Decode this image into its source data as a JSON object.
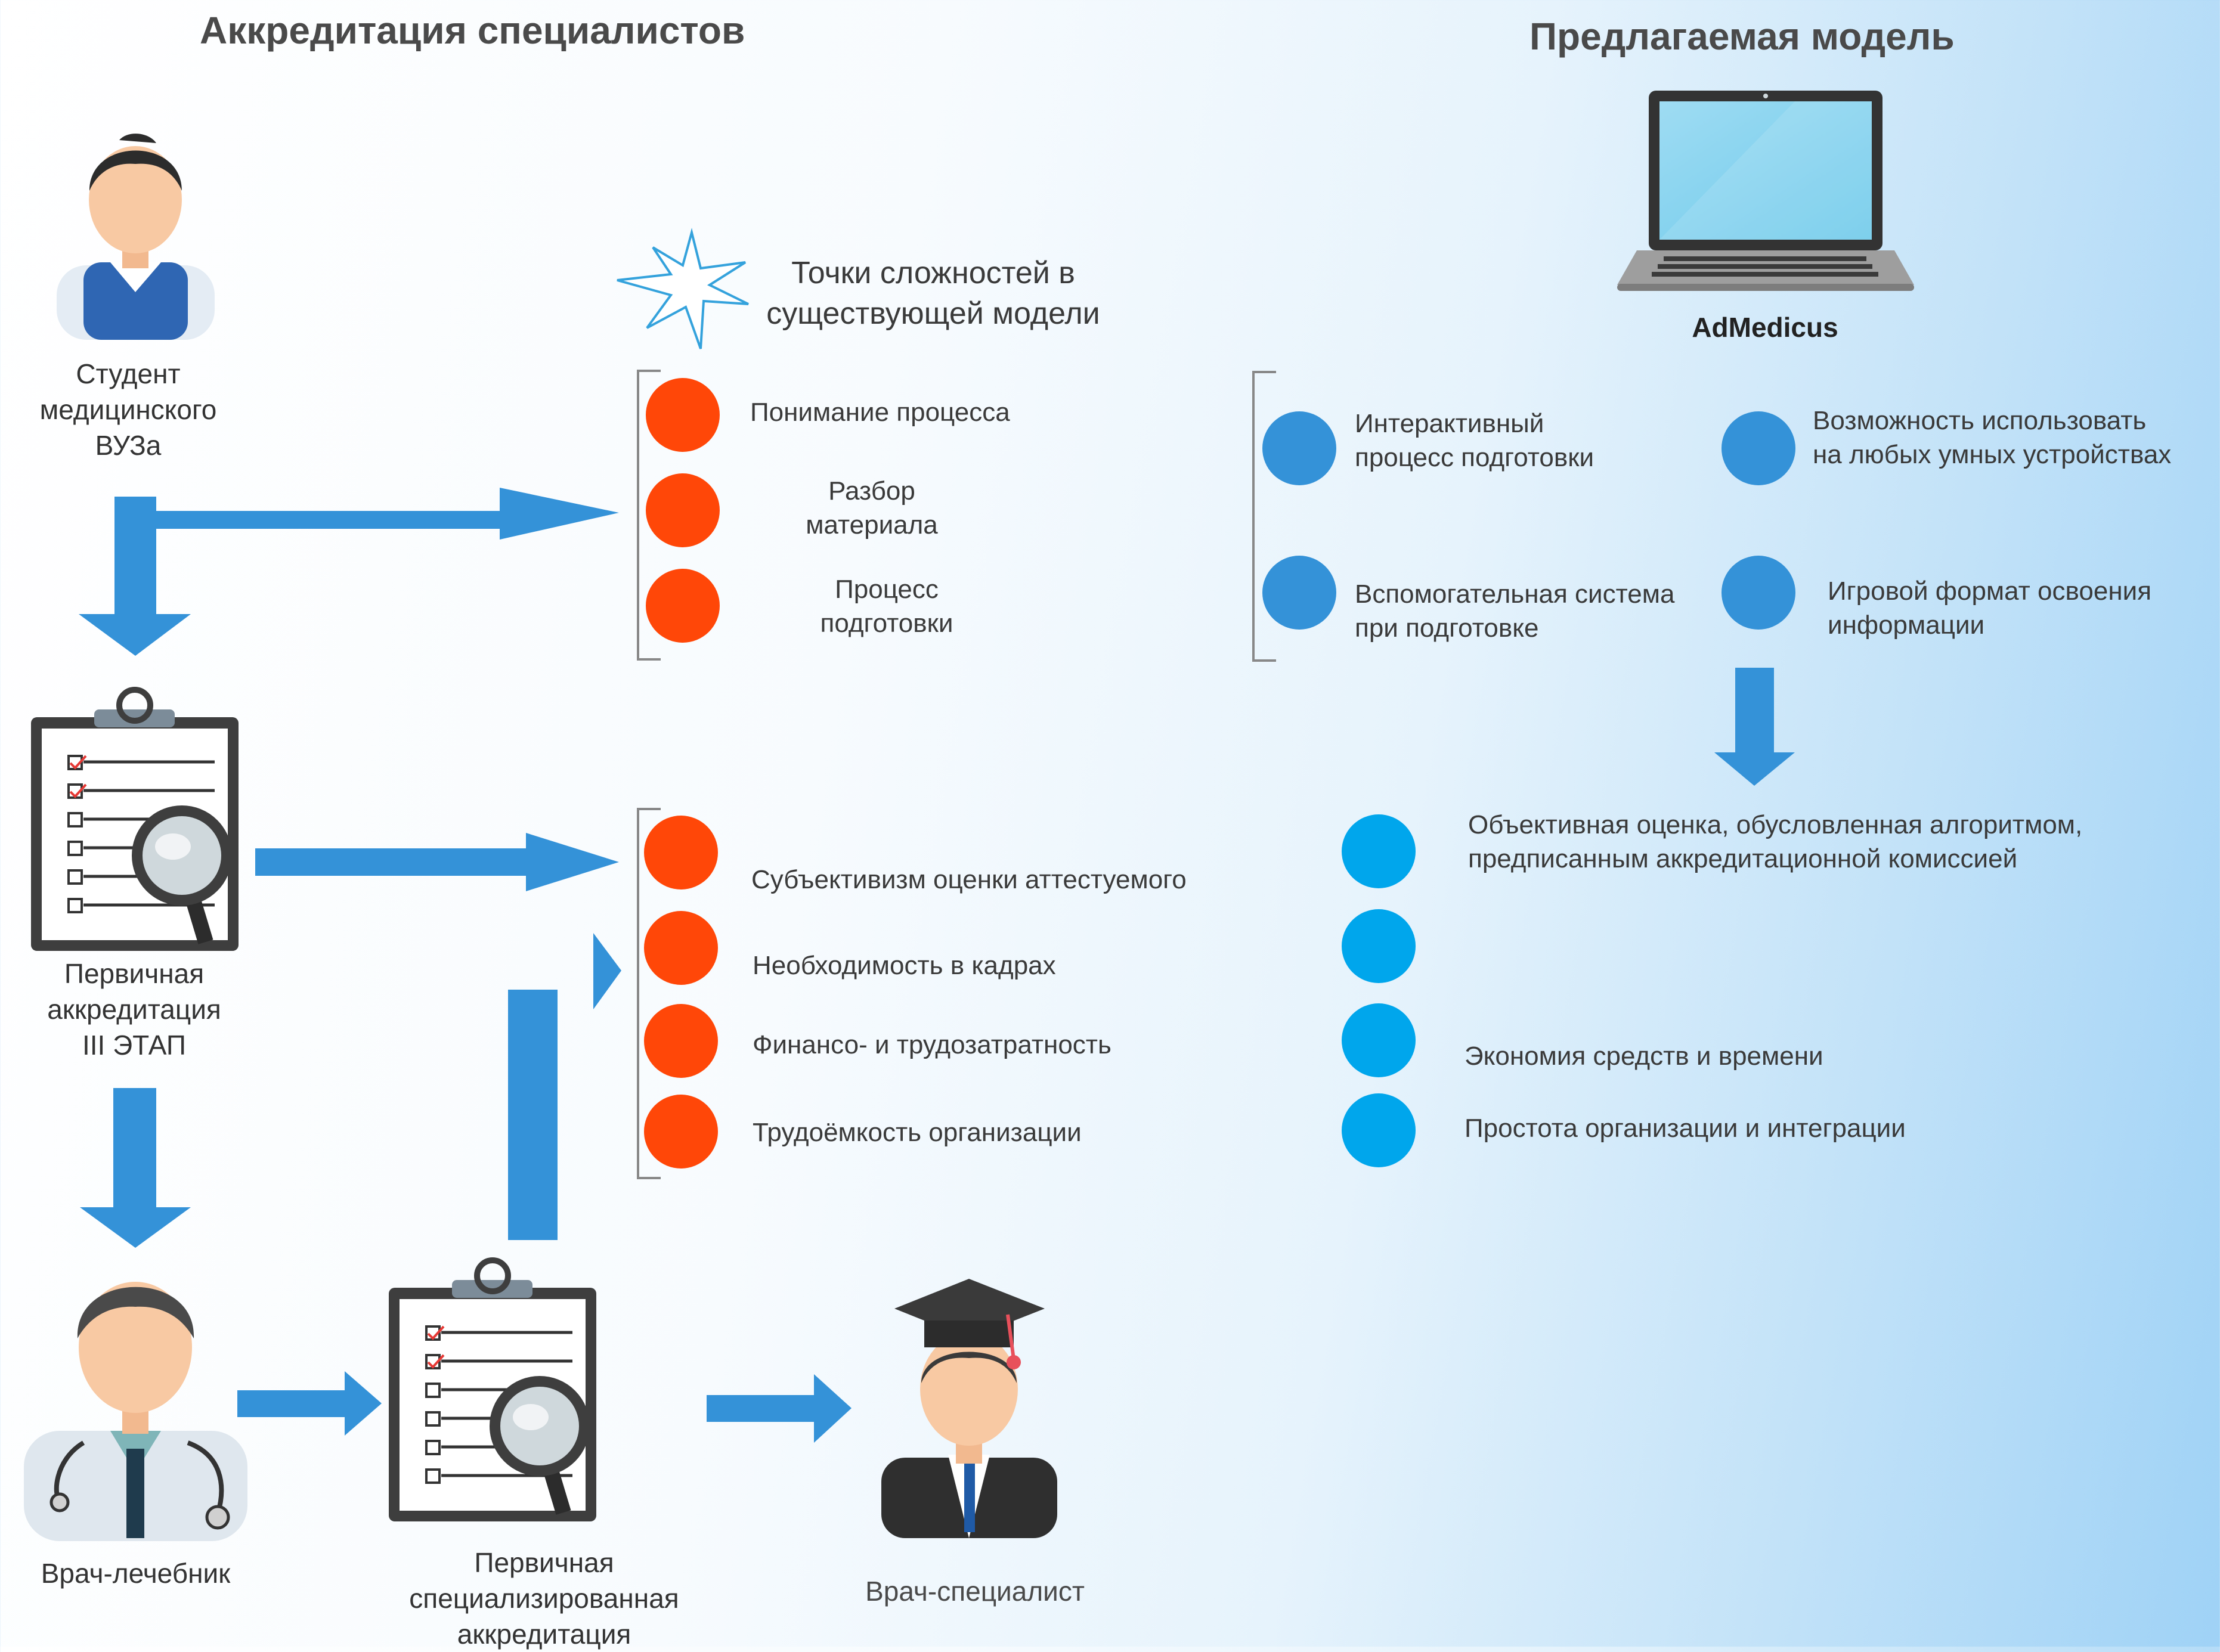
{
  "headings": {
    "left": "Аккредитация специалистов",
    "right": "Предлагаемая модель"
  },
  "nodes": {
    "student": "Студент\nмедицинского\nВУЗа",
    "primary_accreditation": "Первичная\nаккредитация\nIII ЭТАП",
    "doctor_general": "Врач-лечебник",
    "primary_specialized": "Первичная\nспециализированная\nаккредитация",
    "doctor_specialist": "Врач-специалист",
    "laptop_brand": "AdMedicus"
  },
  "difficulties": {
    "title": "Точки сложностей в\nсуществующей модели",
    "group1": [
      "Понимание процесса",
      "Разбор\nматериала",
      "Процесс\nподготовки"
    ],
    "group2": [
      "Субъективизм оценки аттестуемого",
      "Необходимость в кадрах",
      "Финансо- и трудозатратность",
      "Трудоёмкость организации"
    ]
  },
  "model": {
    "features": [
      "Интерактивный\nпроцесс подготовки",
      "Возможность использовать\nна любых умных устройствах",
      "Вспомогательная система\nпри подготовке",
      "Игровой формат освоения\nинформации"
    ],
    "benefits": [
      "Объективная оценка, обусловленная алгоритмом,\nпредписанным аккредитационной комиссией",
      "",
      "Экономия средств и времени",
      "Простота организации и интеграции"
    ]
  },
  "colors": {
    "arrow": "#3492d8",
    "difficulty_dot": "#ff4708",
    "feature_dot": "#3492d8",
    "benefit_dot": "#00a6ec"
  },
  "icons": [
    "student-icon",
    "clipboard-checklist-icon",
    "doctor-icon",
    "graduate-icon",
    "laptop-icon",
    "burst-icon"
  ]
}
